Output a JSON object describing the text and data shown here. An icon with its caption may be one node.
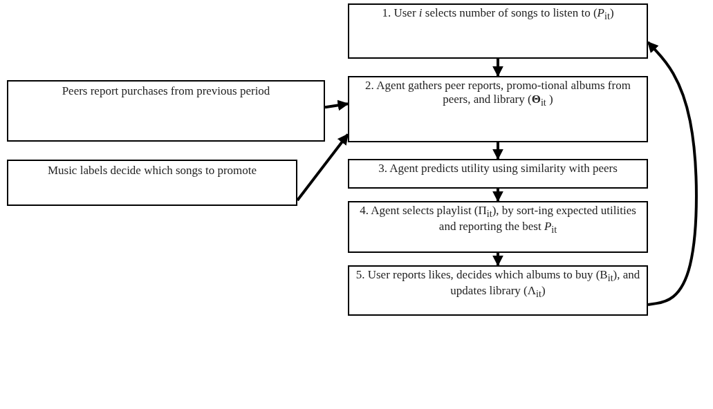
{
  "diagram": {
    "nodes": [
      {
        "text": [
          "1. User *i* selects number of songs to listen to (*P*$_{it}$)"
        ]
      },
      {
        "text": [
          "2. Agent gathers peer reports, promo-tional albums from peers, and library (**Θ**$_{it}$ )"
        ]
      },
      {
        "text": [
          "3. Agent predicts utility using similarity with peers"
        ]
      },
      {
        "text": [
          "4. Agent selects playlist (Π$_{it}$), by sort-ing expected utilities and reporting the best *P*$_{it}$"
        ]
      },
      {
        "text": [
          "5. User reports likes, decides which albums to buy (B$_{it}$), and updates library (Λ$_{it}$)"
        ]
      },
      {
        "text": [
          "Peers report purchases from previous period"
        ]
      },
      {
        "text": [
          "Music labels decide which songs to promote"
        ]
      }
    ],
    "edges": [
      {
        "from": 0,
        "to": 1,
        "arrow": "to"
      },
      {
        "from": 1,
        "to": 2,
        "arrow": "to"
      },
      {
        "from": 2,
        "to": 3,
        "arrow": "to"
      },
      {
        "from": 3,
        "to": 4,
        "arrow": "to"
      },
      {
        "from": 5,
        "to": 1,
        "arrow": "to"
      },
      {
        "from": 6,
        "to": 1,
        "arrow": "to"
      },
      {
        "from": 4,
        "to": 0,
        "arrow": "to"
      }
    ]
  }
}
